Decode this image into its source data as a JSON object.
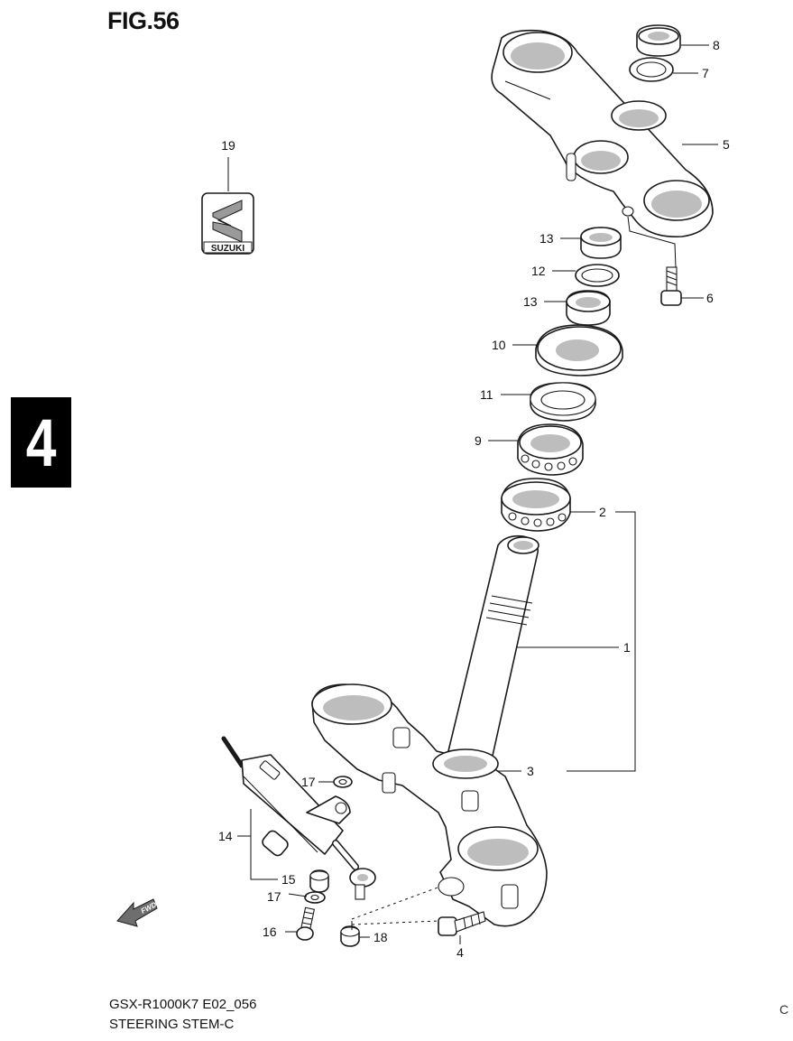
{
  "figure_title": "FIG.56",
  "section_tab": "4",
  "footer": {
    "model_code": "GSX-R1000K7 E02_056",
    "title": "STEERING STEM-C",
    "corner_mark": "C"
  },
  "emblem_text": "SUZUKI",
  "fwd_text": "FWD",
  "parts": [
    {
      "ref": "1"
    },
    {
      "ref": "2"
    },
    {
      "ref": "3"
    },
    {
      "ref": "4"
    },
    {
      "ref": "5"
    },
    {
      "ref": "6"
    },
    {
      "ref": "7"
    },
    {
      "ref": "8"
    },
    {
      "ref": "9"
    },
    {
      "ref": "10"
    },
    {
      "ref": "11"
    },
    {
      "ref": "12"
    },
    {
      "ref": "13"
    },
    {
      "ref": "13"
    },
    {
      "ref": "14"
    },
    {
      "ref": "15"
    },
    {
      "ref": "16"
    },
    {
      "ref": "17"
    },
    {
      "ref": "17"
    },
    {
      "ref": "18"
    },
    {
      "ref": "19"
    }
  ]
}
